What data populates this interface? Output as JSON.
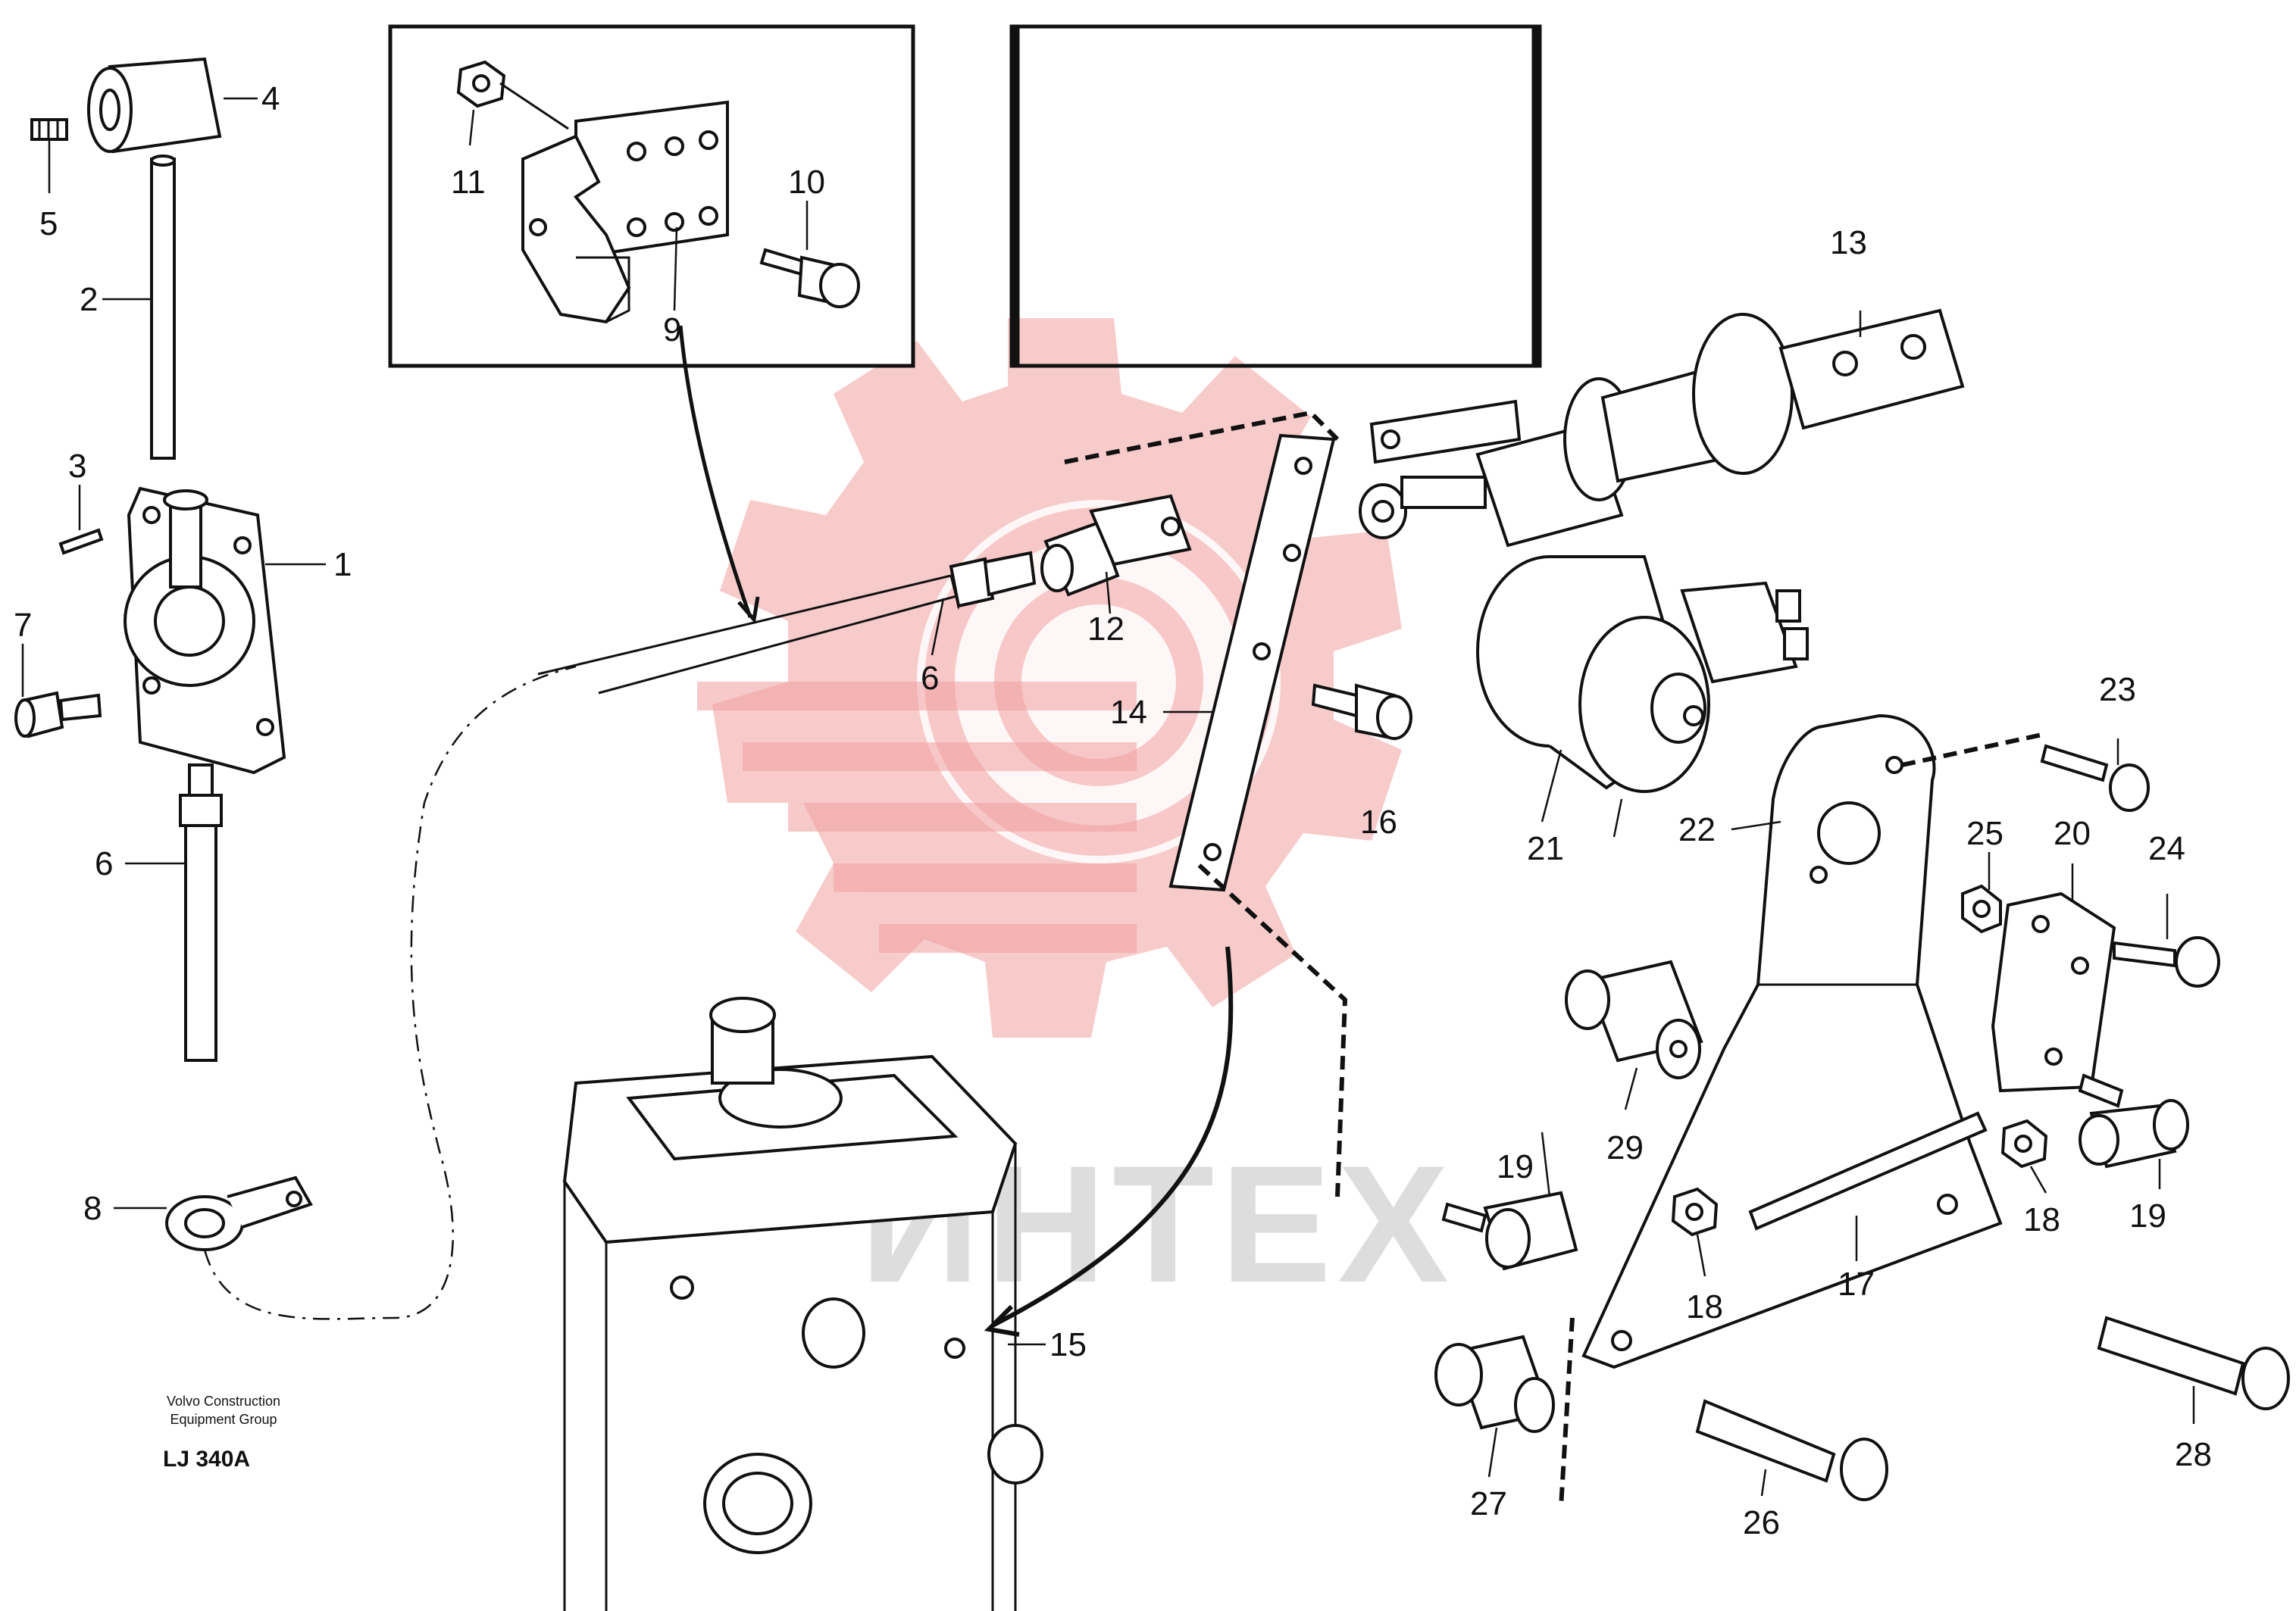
{
  "watermark": {
    "text": "ИНТЕХ",
    "color": "#f2a0a0"
  },
  "credit": {
    "line1": "Volvo Construction",
    "line2": "Equipment Group"
  },
  "code": "LJ 340A",
  "callouts": [
    "1",
    "2",
    "3",
    "4",
    "5",
    "6",
    "7",
    "8",
    "9",
    "10",
    "11",
    "6",
    "12",
    "13",
    "14",
    "15",
    "16",
    "17",
    "18",
    "18",
    "19",
    "19",
    "20",
    "21",
    "22",
    "23",
    "24",
    "25",
    "26",
    "27",
    "28",
    "29"
  ]
}
